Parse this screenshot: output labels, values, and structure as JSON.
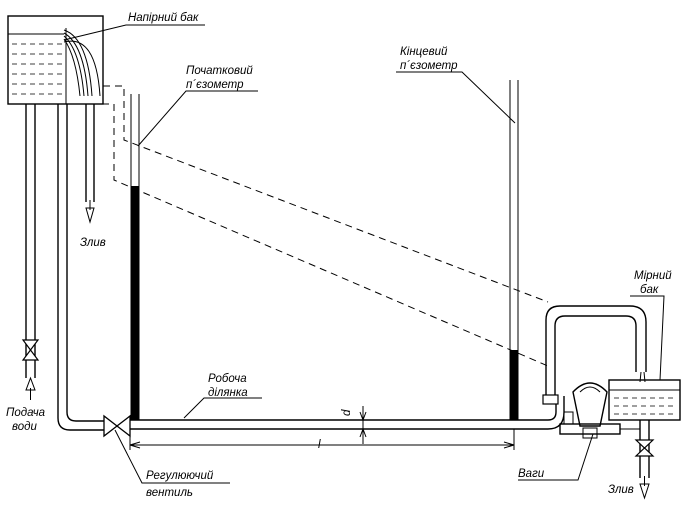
{
  "labels": {
    "header_tank": "Напірний бак",
    "initial_piezometer_1": "Початковий",
    "initial_piezometer_2": "п´єзометр",
    "final_piezometer_1": "Кінцевий",
    "final_piezometer_2": "п´єзометр",
    "drain_left": "Злив",
    "water_supply_1": "Подача",
    "water_supply_2": "води",
    "working_section_1": "Робоча",
    "working_section_2": "ділянка",
    "diameter": "d",
    "length": "l",
    "control_valve_1": "Регулюючий",
    "control_valve_2": "вентиль",
    "scales": "Ваги",
    "measuring_tank_1": "Мірний",
    "measuring_tank_2": "бак",
    "drain_right": "Злив"
  }
}
